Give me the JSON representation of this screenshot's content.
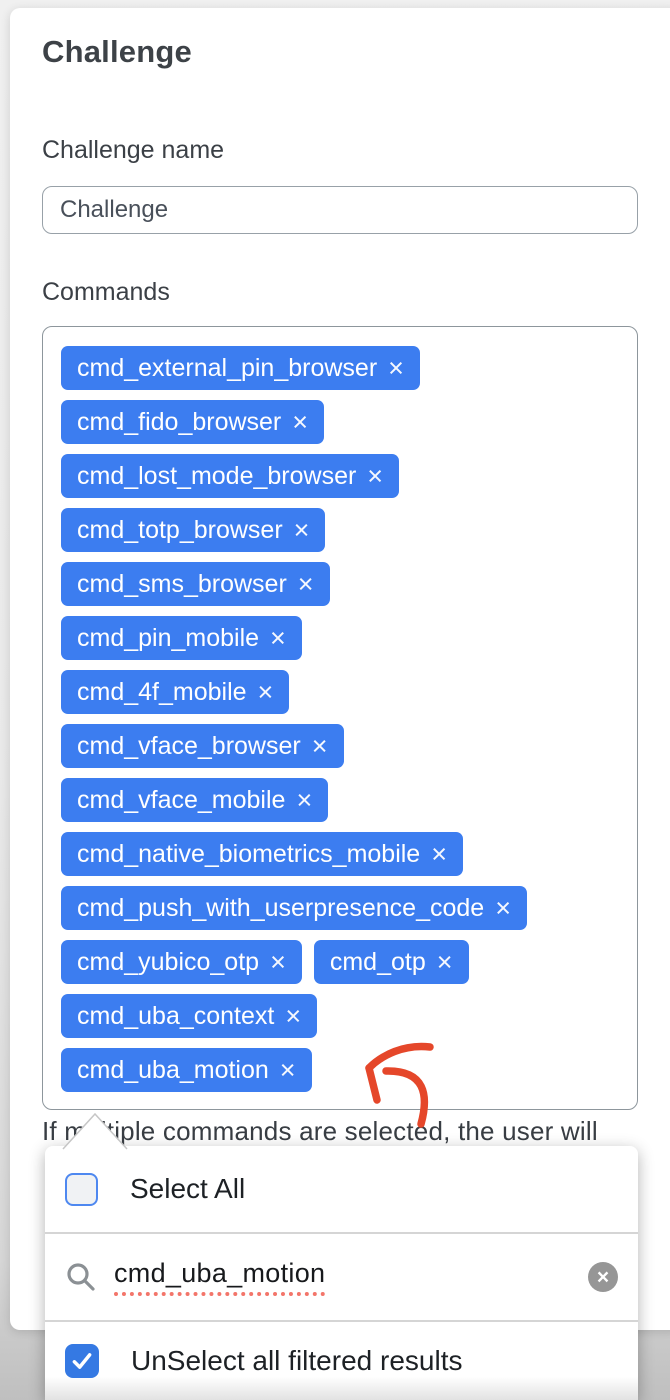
{
  "header": {
    "title": "Challenge"
  },
  "form": {
    "name_label": "Challenge name",
    "name_value": "Challenge",
    "commands_label": "Commands",
    "helper_text": "If multiple commands are selected, the user will",
    "remove_icon": "×",
    "command_rows": [
      [
        "cmd_external_pin_browser"
      ],
      [
        "cmd_fido_browser"
      ],
      [
        "cmd_lost_mode_browser"
      ],
      [
        "cmd_totp_browser"
      ],
      [
        "cmd_sms_browser"
      ],
      [
        "cmd_pin_mobile"
      ],
      [
        "cmd_4f_mobile"
      ],
      [
        "cmd_vface_browser"
      ],
      [
        "cmd_vface_mobile"
      ],
      [
        "cmd_native_biometrics_mobile"
      ],
      [
        "cmd_push_with_userpresence_code"
      ],
      [
        "cmd_yubico_otp",
        "cmd_otp"
      ],
      [
        "cmd_uba_context"
      ],
      [
        "cmd_uba_motion"
      ]
    ]
  },
  "dropdown": {
    "select_all_label": "Select All",
    "select_all_checked": false,
    "search_value": "cmd_uba_motion",
    "clear_icon": "×",
    "unselect_label": "UnSelect all filtered results",
    "unselect_checked": true
  },
  "colors": {
    "tag_blue": "#3c7df0",
    "checkbox_checked_blue": "#3579e3",
    "checkbox_unchecked_border": "#4e88f0",
    "arrow_red": "#e5472a",
    "spellcheck_underline_red": "#f3756a"
  }
}
